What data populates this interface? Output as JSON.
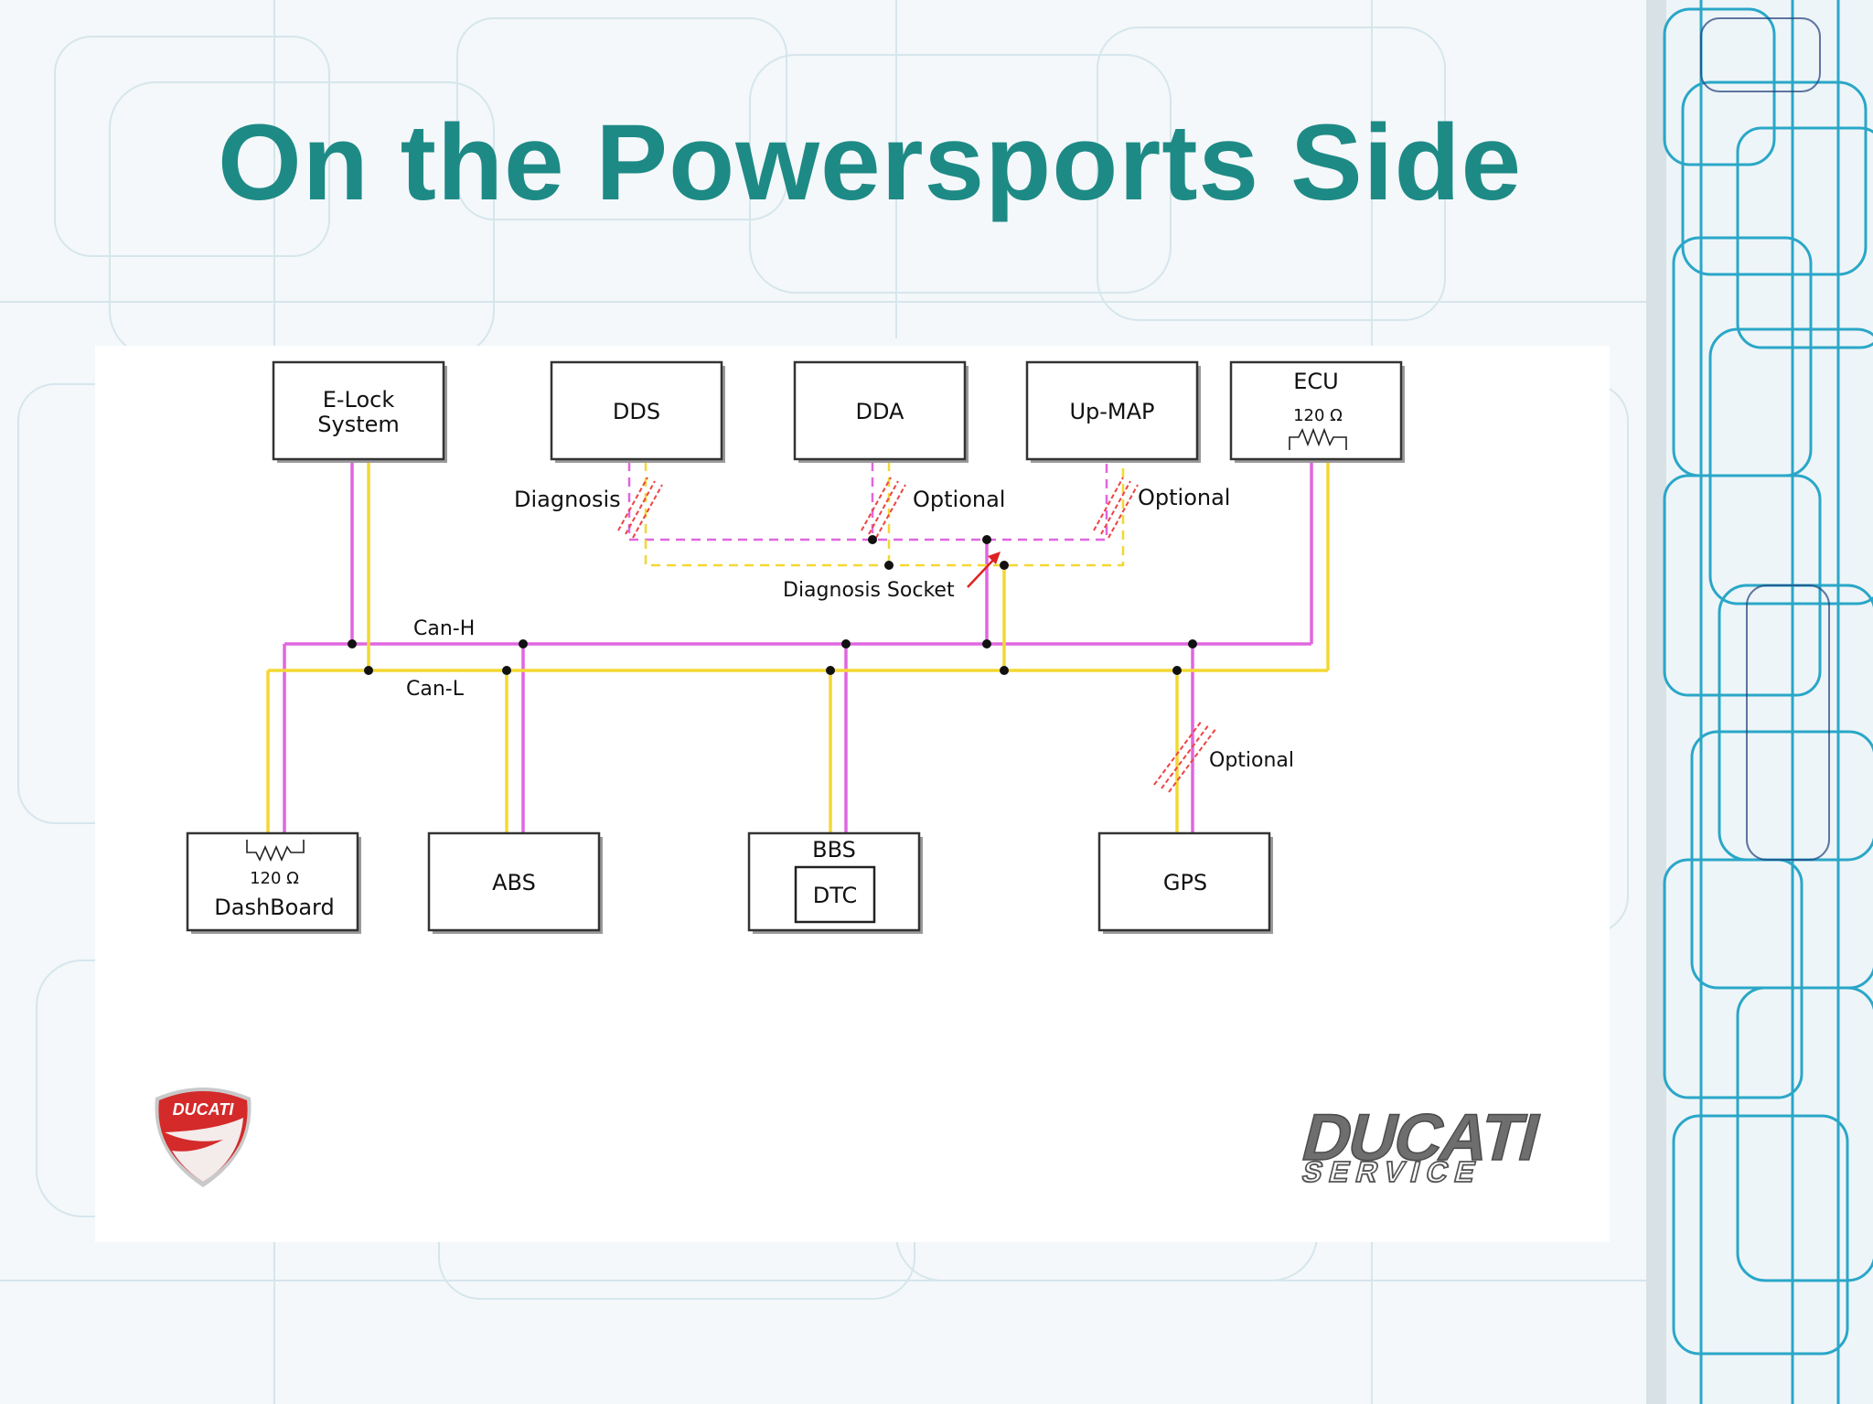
{
  "slide": {
    "title": "On the Powersports Side"
  },
  "diagram": {
    "nodes": {
      "elock_line1": "E-Lock",
      "elock_line2": "System",
      "dds": "DDS",
      "dda": "DDA",
      "upmap": "Up-MAP",
      "ecu": "ECU",
      "ecu_resistor": "120 Ω",
      "dashboard_resistor": "120 Ω",
      "dashboard": "DashBoard",
      "abs": "ABS",
      "bbs": "BBS",
      "dtc": "DTC",
      "gps": "GPS"
    },
    "labels": {
      "diagnosis": "Diagnosis",
      "optional_dda": "Optional",
      "optional_upmap": "Optional",
      "optional_gps": "Optional",
      "diagnosis_socket": "Diagnosis Socket",
      "can_h": "Can-H",
      "can_l": "Can-L"
    },
    "colors": {
      "can_h": "#e066e0",
      "can_l": "#f3d832",
      "break_marks": "#ee4444",
      "arrow": "#dd2222"
    }
  },
  "logos": {
    "shield_text": "DUCATI",
    "wordmark_line1": "DUCATI",
    "wordmark_line2": "SERVICE"
  },
  "theme": {
    "title_color": "#1e8a86",
    "accent_lines": "#2aa7c8"
  }
}
